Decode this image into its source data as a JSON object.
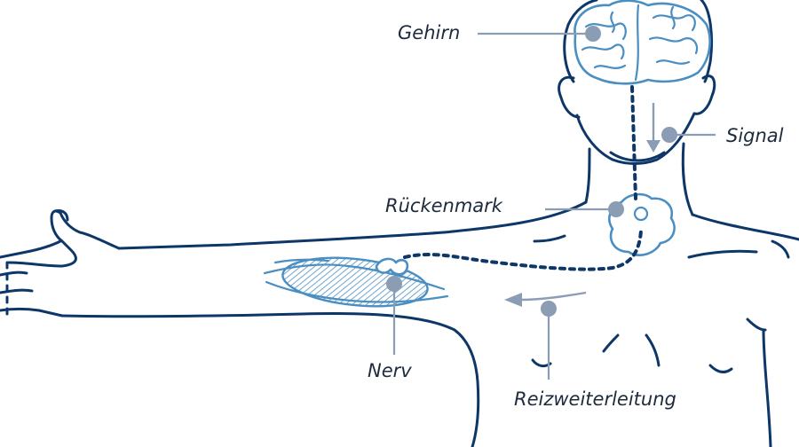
{
  "labels": {
    "brain": "Gehirn",
    "signal": "Signal",
    "spinal_cord": "Rückenmark",
    "nerve": "Nerv",
    "conduction": "Reizweiterleitung"
  },
  "colors": {
    "body_outline": "#0d3768",
    "organ_outline": "#4a8ec2",
    "leader": "#8a9db4",
    "text": "#1d2b3c"
  }
}
